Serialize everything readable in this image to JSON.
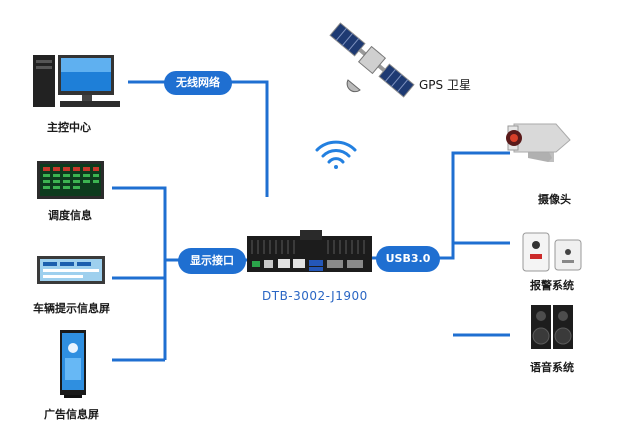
{
  "nodes": {
    "control_center": "主控中心",
    "dispatch_info": "调度信息",
    "vehicle_display": "车辆提示信息屏",
    "ad_display": "广告信息屏",
    "gps": "GPS 卫星",
    "camera": "摄像头",
    "alarm": "报警系统",
    "voice": "语音系统"
  },
  "pills": {
    "wireless": "无线网络",
    "display_port": "显示接口",
    "usb": "USB3.0"
  },
  "device": {
    "model": "DTB-3002-J1900"
  },
  "colors": {
    "line": "#1f6fd1",
    "pill": "#1f6fd1",
    "model_text": "#2a66c4"
  }
}
